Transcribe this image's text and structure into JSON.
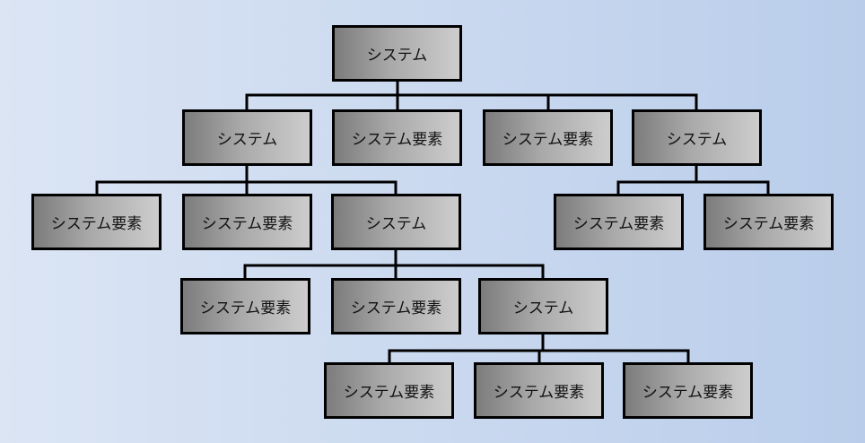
{
  "diagram": {
    "root": {
      "label": "システム"
    },
    "level1": [
      {
        "label": "システム"
      },
      {
        "label": "システム要素"
      },
      {
        "label": "システム要素"
      },
      {
        "label": "システム"
      }
    ],
    "level2_left": [
      {
        "label": "システム要素"
      },
      {
        "label": "システム要素"
      },
      {
        "label": "システム"
      }
    ],
    "level2_right": [
      {
        "label": "システム要素"
      },
      {
        "label": "システム要素"
      }
    ],
    "level3": [
      {
        "label": "システム要素"
      },
      {
        "label": "システム要素"
      },
      {
        "label": "システム"
      }
    ],
    "level4": [
      {
        "label": "システム要素"
      },
      {
        "label": "システム要素"
      },
      {
        "label": "システム要素"
      }
    ]
  }
}
